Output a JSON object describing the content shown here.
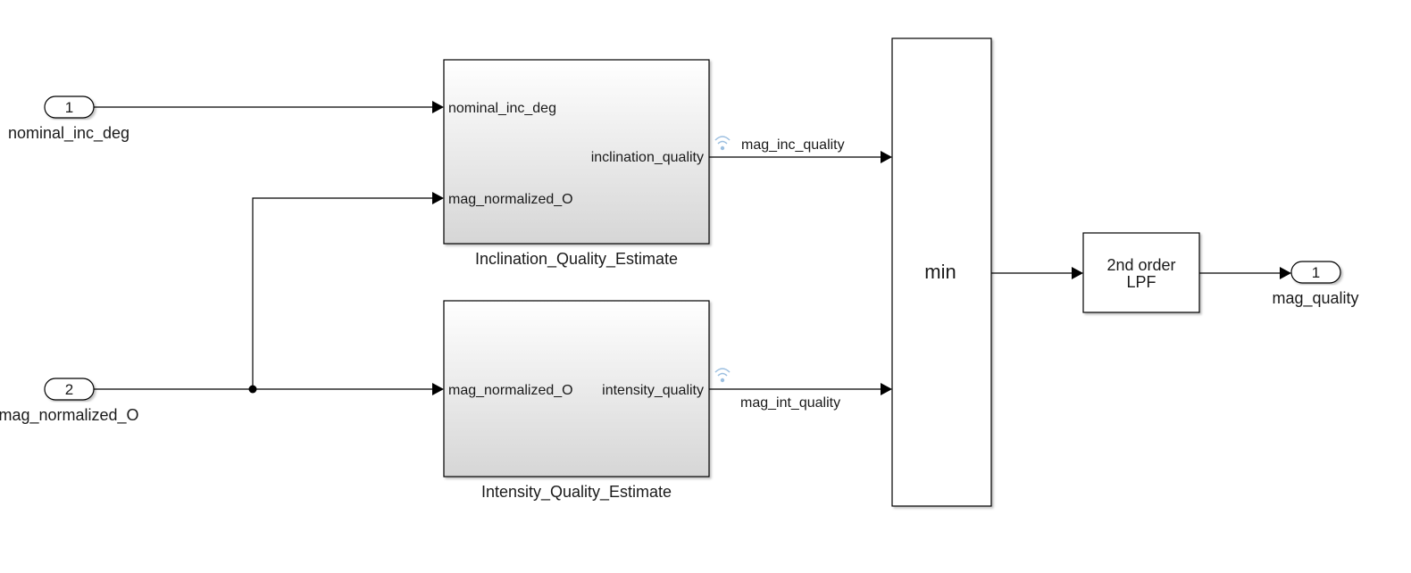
{
  "inports": [
    {
      "number": "1",
      "label": "nominal_inc_deg"
    },
    {
      "number": "2",
      "label": "mag_normalized_O"
    }
  ],
  "outports": [
    {
      "number": "1",
      "label": "mag_quality"
    }
  ],
  "subsystems": [
    {
      "name": "Inclination_Quality_Estimate",
      "inputs": [
        "nominal_inc_deg",
        "mag_normalized_O"
      ],
      "outputs": [
        "inclination_quality"
      ]
    },
    {
      "name": "Intensity_Quality_Estimate",
      "inputs": [
        "mag_normalized_O"
      ],
      "outputs": [
        "intensity_quality"
      ]
    }
  ],
  "min_block": {
    "label": "min"
  },
  "filter_block": {
    "line1": "2nd order",
    "line2": "LPF"
  },
  "signals": {
    "inc": "mag_inc_quality",
    "int": "mag_int_quality"
  },
  "colors": {
    "line": "#000000",
    "block_gradient_top": "#ffffff",
    "block_gradient_bottom": "#d9d9d9",
    "logging_icon": "#9cbfe0"
  }
}
